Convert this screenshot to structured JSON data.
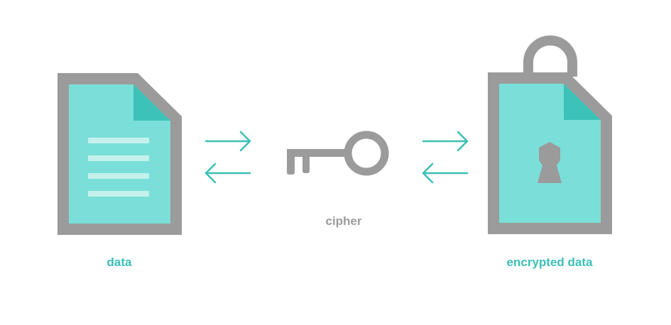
{
  "labels": {
    "data": "data",
    "cipher": "cipher",
    "encrypted_data": "encrypted data"
  },
  "colors": {
    "frame_gray": "#9b9b9b",
    "document_fill": "#7adfd8",
    "fold_fill": "#3cc2b8",
    "accent_teal": "#3bbfb6",
    "label_gray": "#9b9b9b",
    "text_lines": "#c5f0ec"
  },
  "icons": {
    "document": "document-icon",
    "key": "key-icon",
    "locked_document": "locked-document-icon",
    "arrows": "bidirectional-arrows-icon"
  }
}
